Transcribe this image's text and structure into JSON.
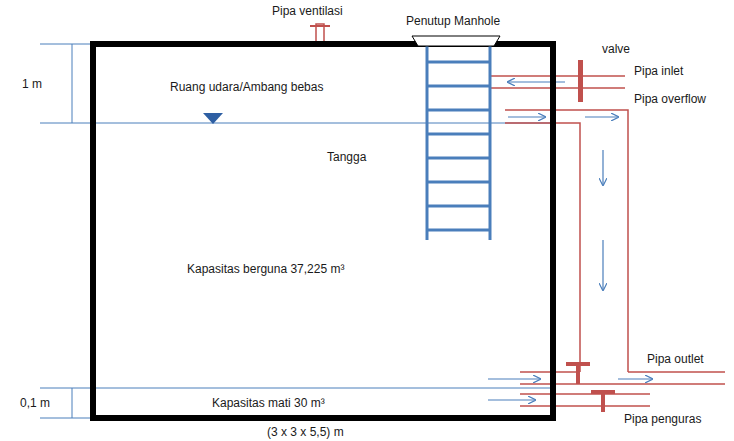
{
  "diagram": {
    "labels": [
      "Pipa ventilasi",
      "Penutup Manhole",
      "valve",
      "1 m",
      "Ruang udara/Ambang bebas",
      "Pipa inlet",
      "Pipa overflow",
      "Tangga",
      "Kapasitas berguna 37,225 m³",
      "Pipa outlet",
      "0,1 m",
      "Kapasitas mati 30 m³",
      "Pipa penguras",
      "(3 x 3 x 5,5) m"
    ]
  }
}
